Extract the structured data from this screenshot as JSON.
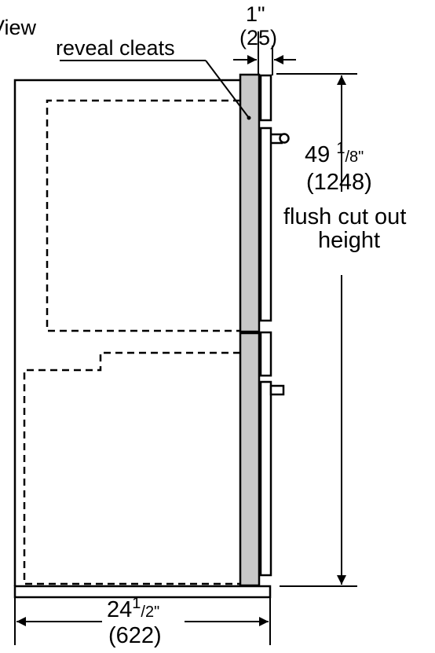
{
  "view_label": "View",
  "callout": {
    "label": "reveal cleats"
  },
  "dimensions": {
    "reveal_gap": {
      "inches": "1\"",
      "mm": "(25)"
    },
    "cutout_height": {
      "inches_whole": "49",
      "inches_fraction_num": "1",
      "inches_fraction_den": "/8\"",
      "mm": "(1248)",
      "caption_line1": "flush cut out",
      "caption_line2": "height"
    },
    "cabinet_depth": {
      "inches_whole": "24",
      "inches_fraction_num": "1",
      "inches_fraction_den": "/2\"",
      "mm": "(622)"
    }
  },
  "colors": {
    "stroke": "#000000",
    "panel_fill": "#c8c8c8",
    "background": "#ffffff"
  }
}
